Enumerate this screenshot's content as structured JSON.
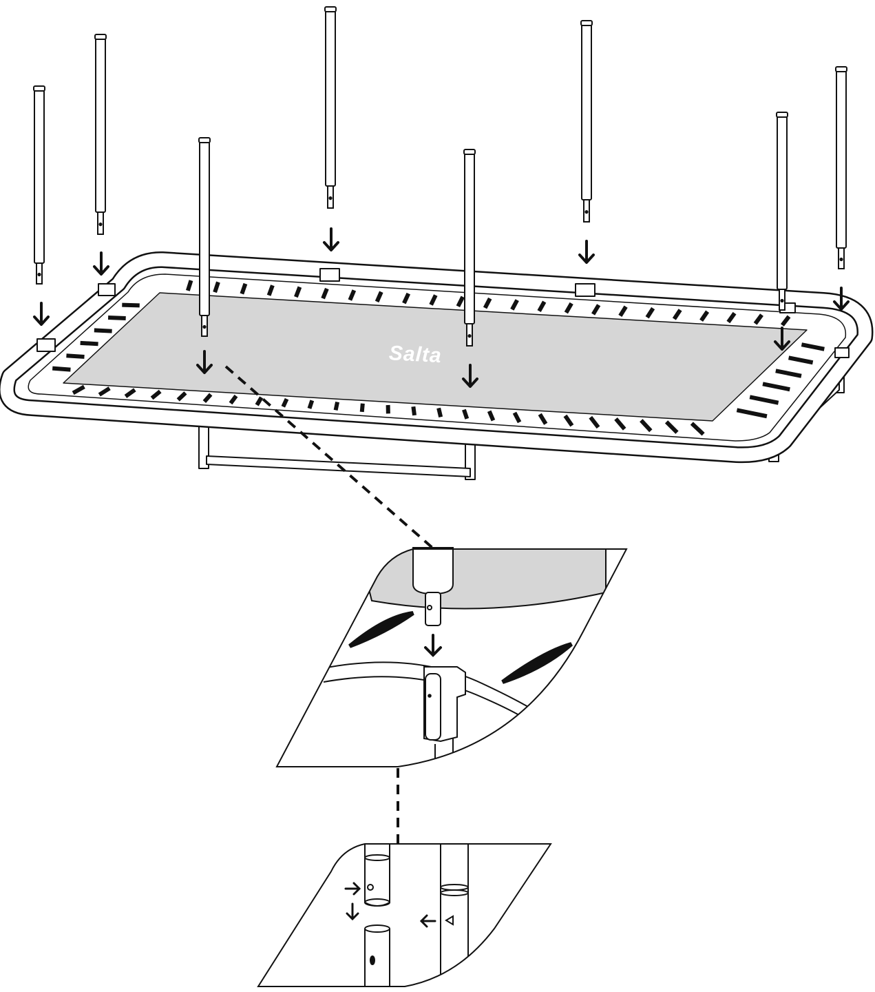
{
  "brand": {
    "logo_text": "Salta"
  },
  "colors": {
    "stroke": "#111111",
    "mat": "#d6d6d6",
    "paper": "#ffffff",
    "strap": "#1a1a1a"
  },
  "figure": {
    "main_view": "trampoline-frame-with-enclosure-poles",
    "pole_count": 8,
    "detail_views": [
      "pole-to-bracket-detail",
      "pole-joint-pin-detail"
    ]
  }
}
